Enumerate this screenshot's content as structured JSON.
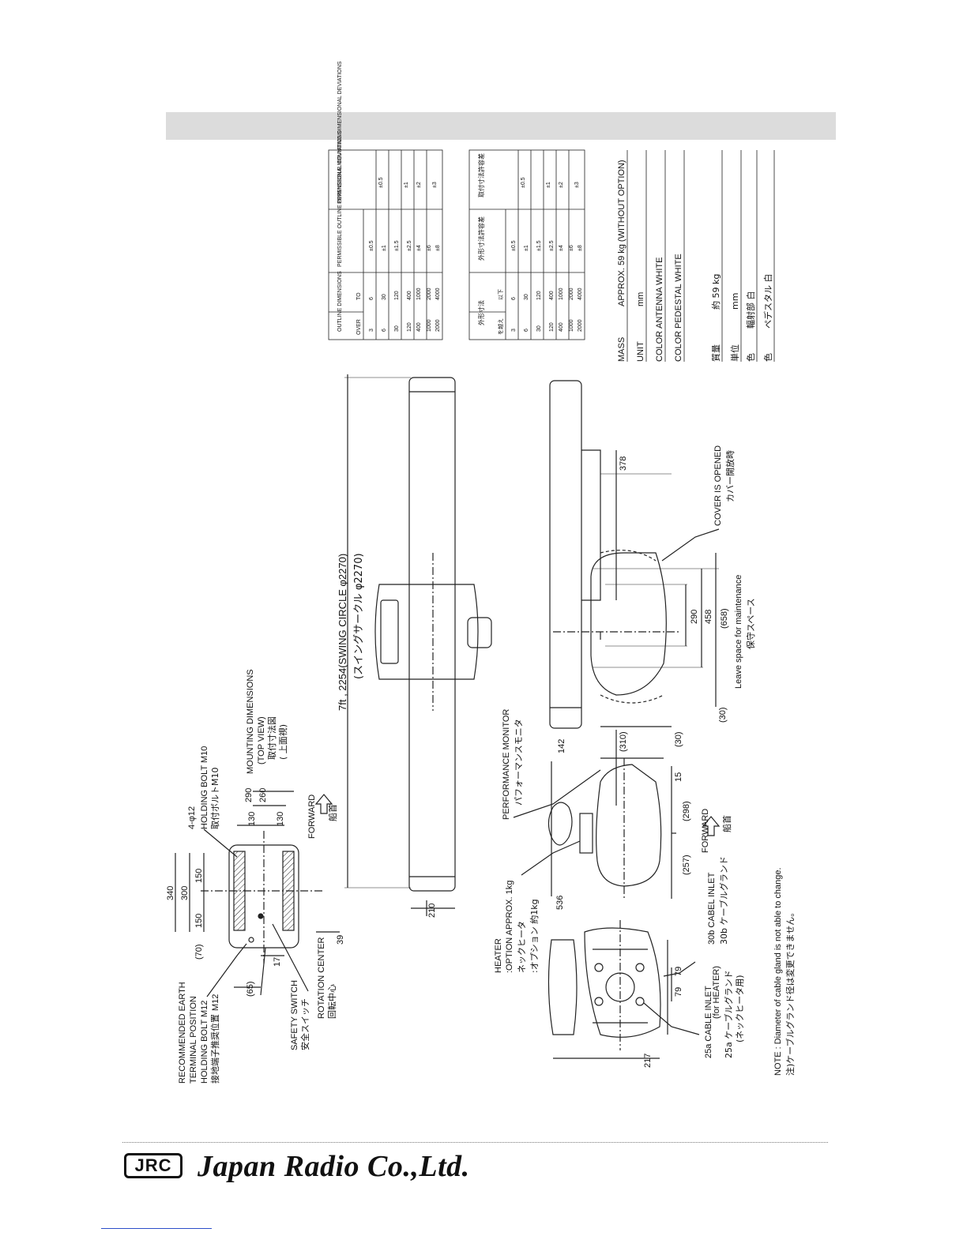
{
  "labels": {
    "earth_en_1": "RECOMMENDED EARTH",
    "earth_en_2": "TERMINAL POSITION",
    "holding_bolt_m12": "HOLDING BOLT M12",
    "earth_jp": "接地端子推奨位置",
    "m12": "M12",
    "safety_switch_en": "SAFETY SWITCH",
    "safety_switch_jp": "安全スイッチ",
    "rotation_center_en": "ROTATION CENTER",
    "rotation_center_jp": "回転中心",
    "hole_spec": "4-φ12",
    "holding_bolt_m10": "HOLDING BOLT M10",
    "holding_bolt_m10_jp": "取付ボルトM10",
    "mounting_dim_1": "MOUNTING DIMENSIONS",
    "mounting_dim_2": "(TOP VIEW)",
    "mounting_dim_jp_1": "取付寸法図",
    "mounting_dim_jp_2": "( 上面視)",
    "forward_en": "FORWARD",
    "forward_jp": "船首",
    "swing_en": "7ft ,  2254(SWING CIRCLE φ2270)",
    "swing_jp": "(スイングサークル  φ2270)",
    "heater_en_1": "HEATER",
    "heater_en_2": ":OPTION APPROX. 1kg",
    "heater_jp_1": "ネックヒータ",
    "heater_jp_2": ":オプション 約1kg",
    "perf_monitor_en": "PERFORMANCE MONITOR",
    "perf_monitor_jp": "パフォーマンスモニタ",
    "cable_30b_en": "30b CABEL INLET",
    "cable_30b_jp": "30b ケーブルグランド",
    "cable_25a_en_1": "25a CABLE INLET",
    "cable_25a_en_2": "(for HEATER)",
    "cable_25a_jp_1": "25a ケーブルグランド",
    "cable_25a_jp_2": "(ネックヒータ用)",
    "cover_en": "COVER IS OPENED",
    "cover_jp": "カバー開放時",
    "leave_space_en": "Leave space for maintenance",
    "leave_space_jp": "保守スペース",
    "note_en": "NOTE : Diameter of cable gland is not able to change.",
    "note_jp": "注)ケーブルグランド径は変更できません。"
  },
  "dimensions": {
    "d340": "340",
    "d300": "300",
    "d150a": "150",
    "d150b": "150",
    "d70": "(70)",
    "d290_top": "290",
    "d260": "260",
    "d130a": "130",
    "d130b": "130",
    "d65": "(65)",
    "d17": "17",
    "d39": "39",
    "d210": "210",
    "d536": "536",
    "d257": "(257)",
    "d298": "(298)",
    "d15": "15",
    "d217": "217",
    "d79a": "79",
    "d79b": "79",
    "d142": "142",
    "d310": "(310)",
    "d30a": "(30)",
    "d30b": "(30)",
    "d290": "290",
    "d458": "458",
    "d658": "(658)",
    "d378": "378"
  },
  "tolerance_table_en": {
    "header_outline": "OUTLINE DIMENSIONS",
    "header_over": "OVER",
    "header_to": "TO",
    "header_outline_dev": "PERMISSIBLE OUTLINE DIMENSIONAL DEVIATIONS",
    "header_mounting_dev": "PERMISSIBLE MOUNTING DIMENSIONAL DEVIATIONS",
    "rows": [
      {
        "over": "3",
        "to": "6",
        "outline": "±0.5"
      },
      {
        "over": "6",
        "to": "30",
        "outline": "±1"
      },
      {
        "over": "30",
        "to": "120",
        "outline": "±1.5"
      },
      {
        "over": "120",
        "to": "400",
        "outline": "±2.5"
      },
      {
        "over": "400",
        "to": "1000",
        "outline": "±4"
      },
      {
        "over": "1000",
        "to": "2000",
        "outline": "±6"
      },
      {
        "over": "2000",
        "to": "4000",
        "outline": "±8"
      }
    ],
    "mounting": [
      "±0.5",
      "±1",
      "±2",
      "±3"
    ]
  },
  "tolerance_table_jp": {
    "header_outline": "外形寸法",
    "header_over": "を越え",
    "header_to": "以下",
    "header_outline_dev": "外形寸法許容差",
    "header_mounting_dev": "取付寸法許容差",
    "rows": [
      {
        "over": "3",
        "to": "6",
        "outline": "±0.5"
      },
      {
        "over": "6",
        "to": "30",
        "outline": "±1"
      },
      {
        "over": "30",
        "to": "120",
        "outline": "±1.5"
      },
      {
        "over": "120",
        "to": "400",
        "outline": "±2.5"
      },
      {
        "over": "400",
        "to": "1000",
        "outline": "±4"
      },
      {
        "over": "1000",
        "to": "2000",
        "outline": "±6"
      },
      {
        "over": "2000",
        "to": "4000",
        "outline": "±8"
      }
    ],
    "mounting": [
      "±0.5",
      "±1",
      "±2",
      "±3"
    ]
  },
  "specs": {
    "mass_label": "MASS",
    "mass_value": "APPROX.  59 kg (WITHOUT OPTION)",
    "unit_label": "UNIT",
    "unit_value": "mm",
    "color1_label": "COLOR",
    "color1_value": "ANTENNA    WHITE",
    "color2_label": "COLOR",
    "color2_value": "PEDESTAL    WHITE",
    "mass_jp_label": "質量",
    "mass_jp_value": "約 59  kg",
    "unit_jp_label": "単位",
    "unit_jp_value": "mm",
    "color1_jp_label": "色",
    "color1_jp_value": "輻射部    白",
    "color2_jp_label": "色",
    "color2_jp_value": "ペデスタル   白"
  },
  "footer": {
    "logo": "JRC",
    "company": "Japan Radio Co.,Ltd."
  }
}
